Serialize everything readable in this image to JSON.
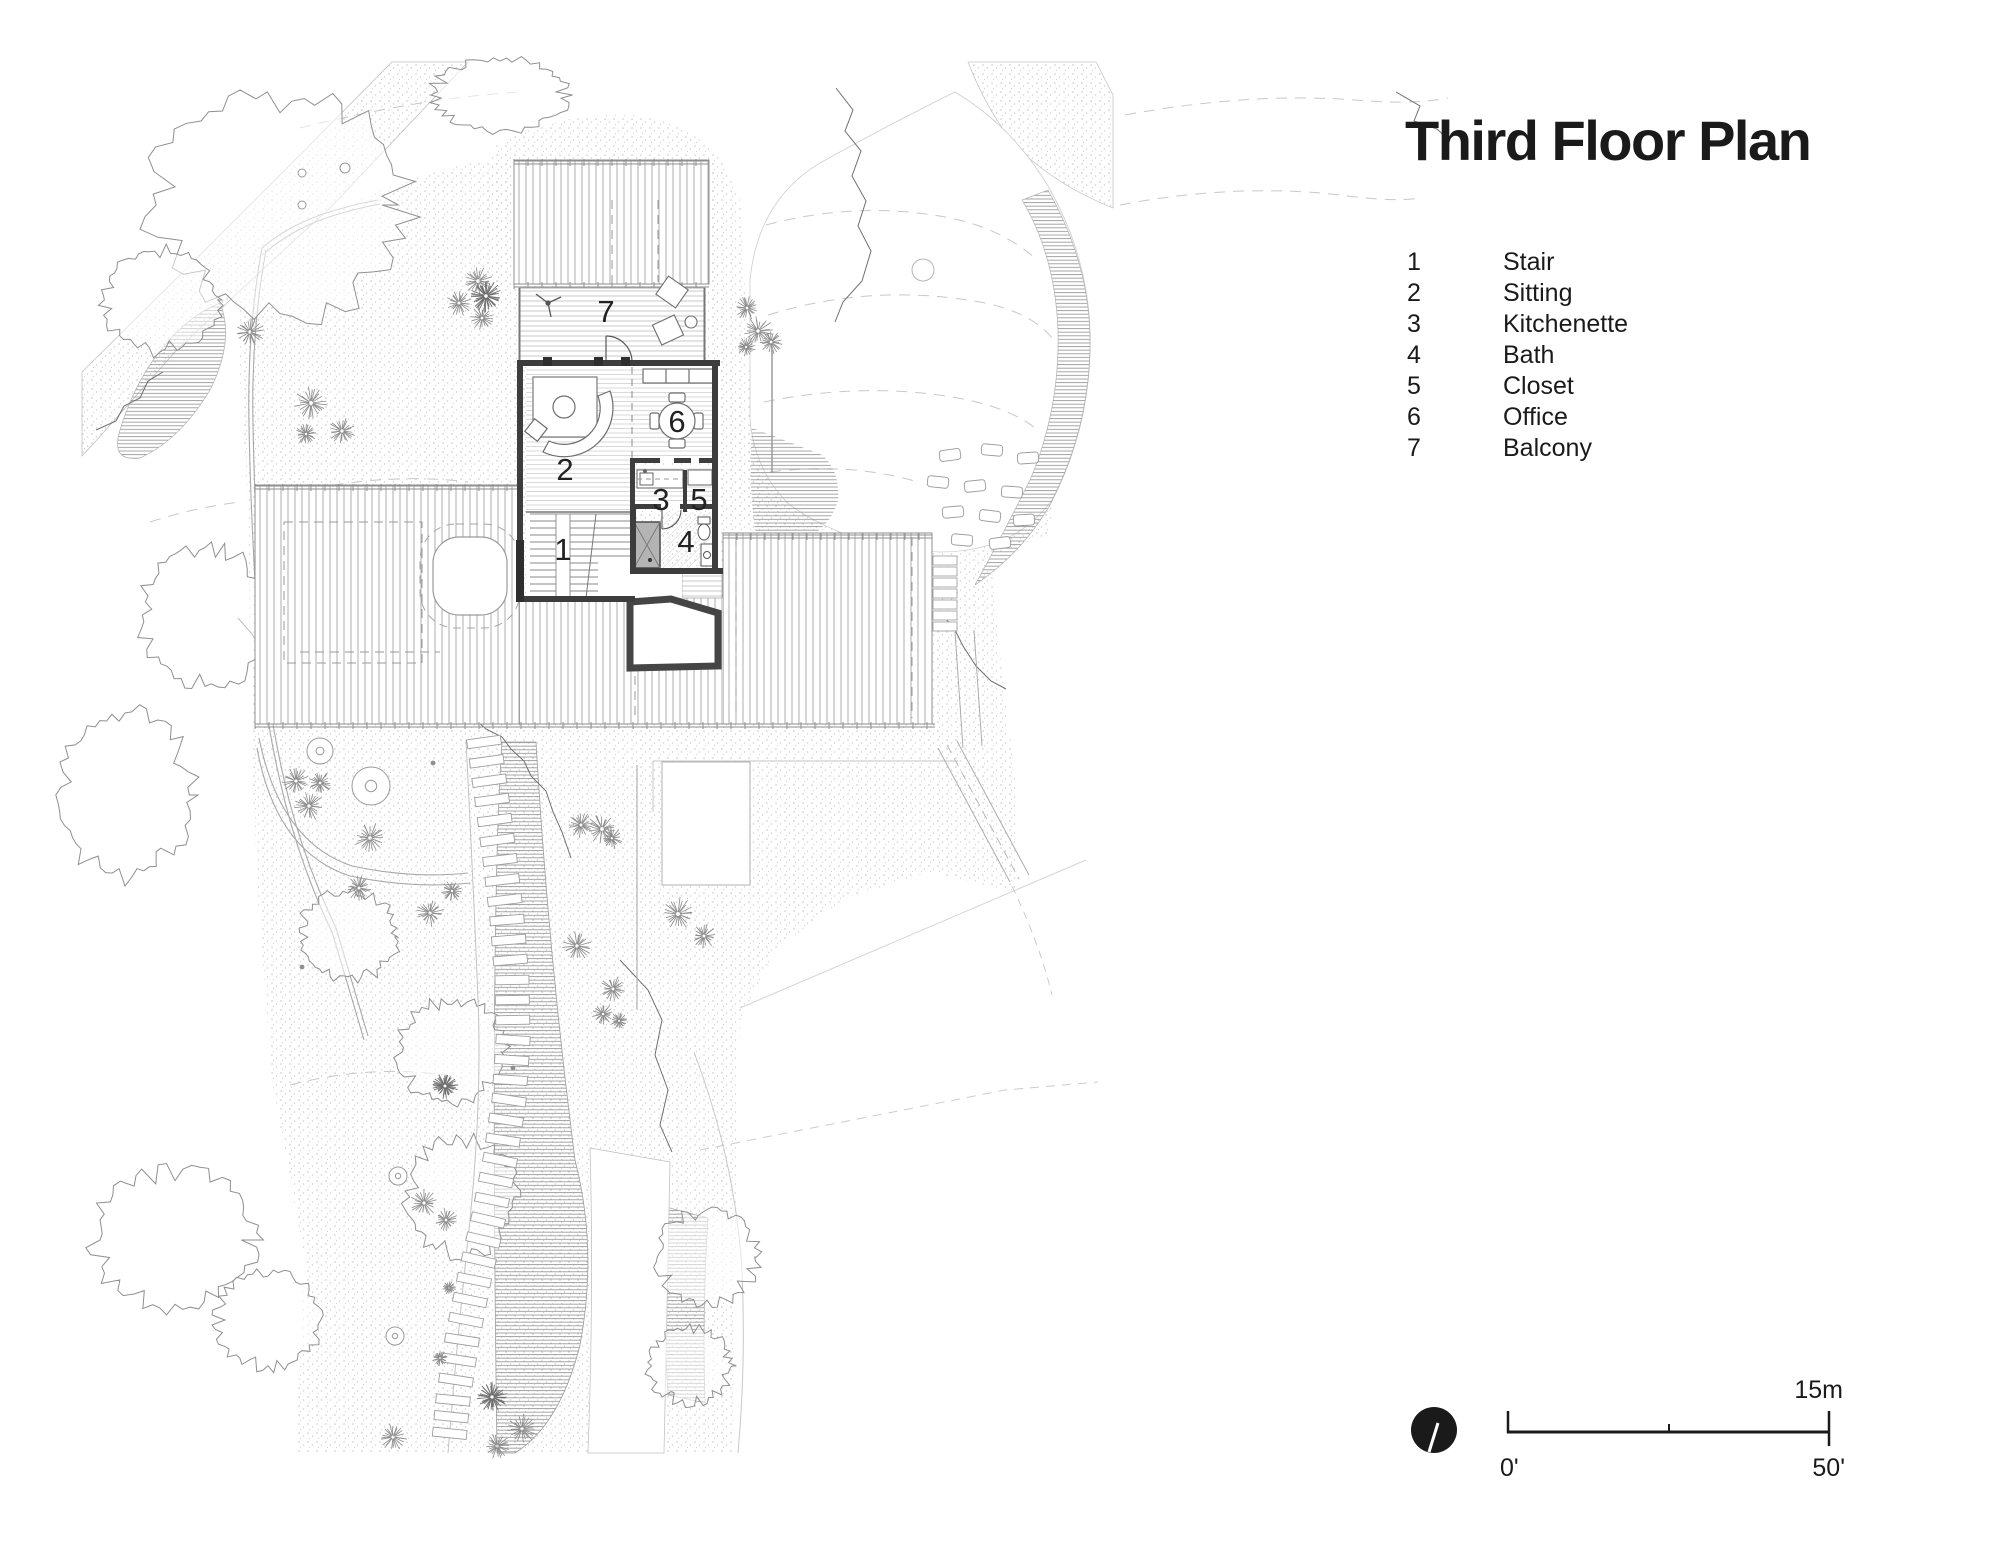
{
  "title": "Third Floor Plan",
  "legend": {
    "items": [
      {
        "num": "1",
        "label": "Stair"
      },
      {
        "num": "2",
        "label": "Sitting"
      },
      {
        "num": "3",
        "label": "Kitchenette"
      },
      {
        "num": "4",
        "label": "Bath"
      },
      {
        "num": "5",
        "label": "Closet"
      },
      {
        "num": "6",
        "label": "Office"
      },
      {
        "num": "7",
        "label": "Balcony"
      }
    ]
  },
  "scale_bar": {
    "zero": "0'",
    "fifty": "50'",
    "metric": "15m"
  },
  "icons": {
    "north_arrow": "filled-circle-with-needle"
  },
  "colors": {
    "ink": "#1a1a1a",
    "wall_dark": "#3d3d3d",
    "line_gray": "#8f8f8f",
    "hatch_gray": "#a3a3a3",
    "stipple_gray": "#c6c6c6",
    "shower_fill": "#b4b4b4"
  }
}
